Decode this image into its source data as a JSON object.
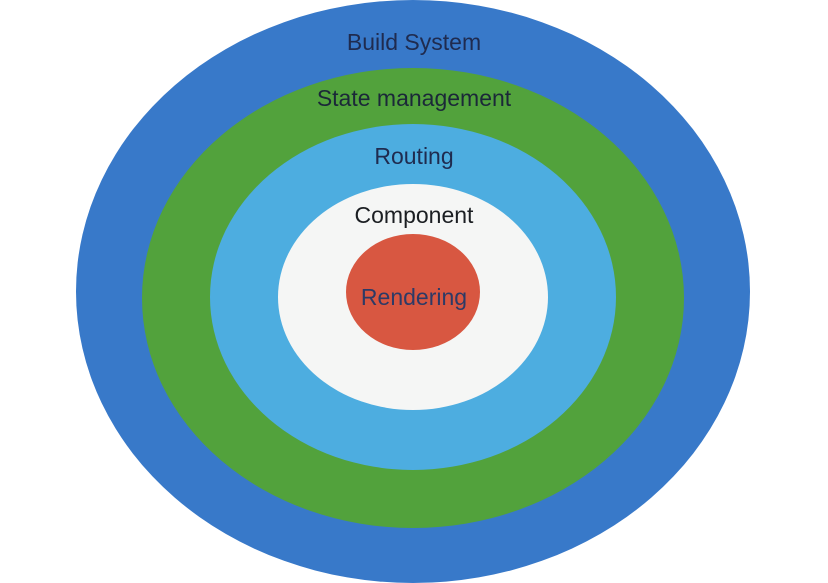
{
  "layers": [
    {
      "label": "Build System",
      "color": "#3879c9"
    },
    {
      "label": "State management",
      "color": "#52a23c"
    },
    {
      "label": "Routing",
      "color": "#4dade0"
    },
    {
      "label": "Component",
      "color": "#f5f6f5"
    },
    {
      "label": "Rendering",
      "color": "#d85741"
    }
  ]
}
